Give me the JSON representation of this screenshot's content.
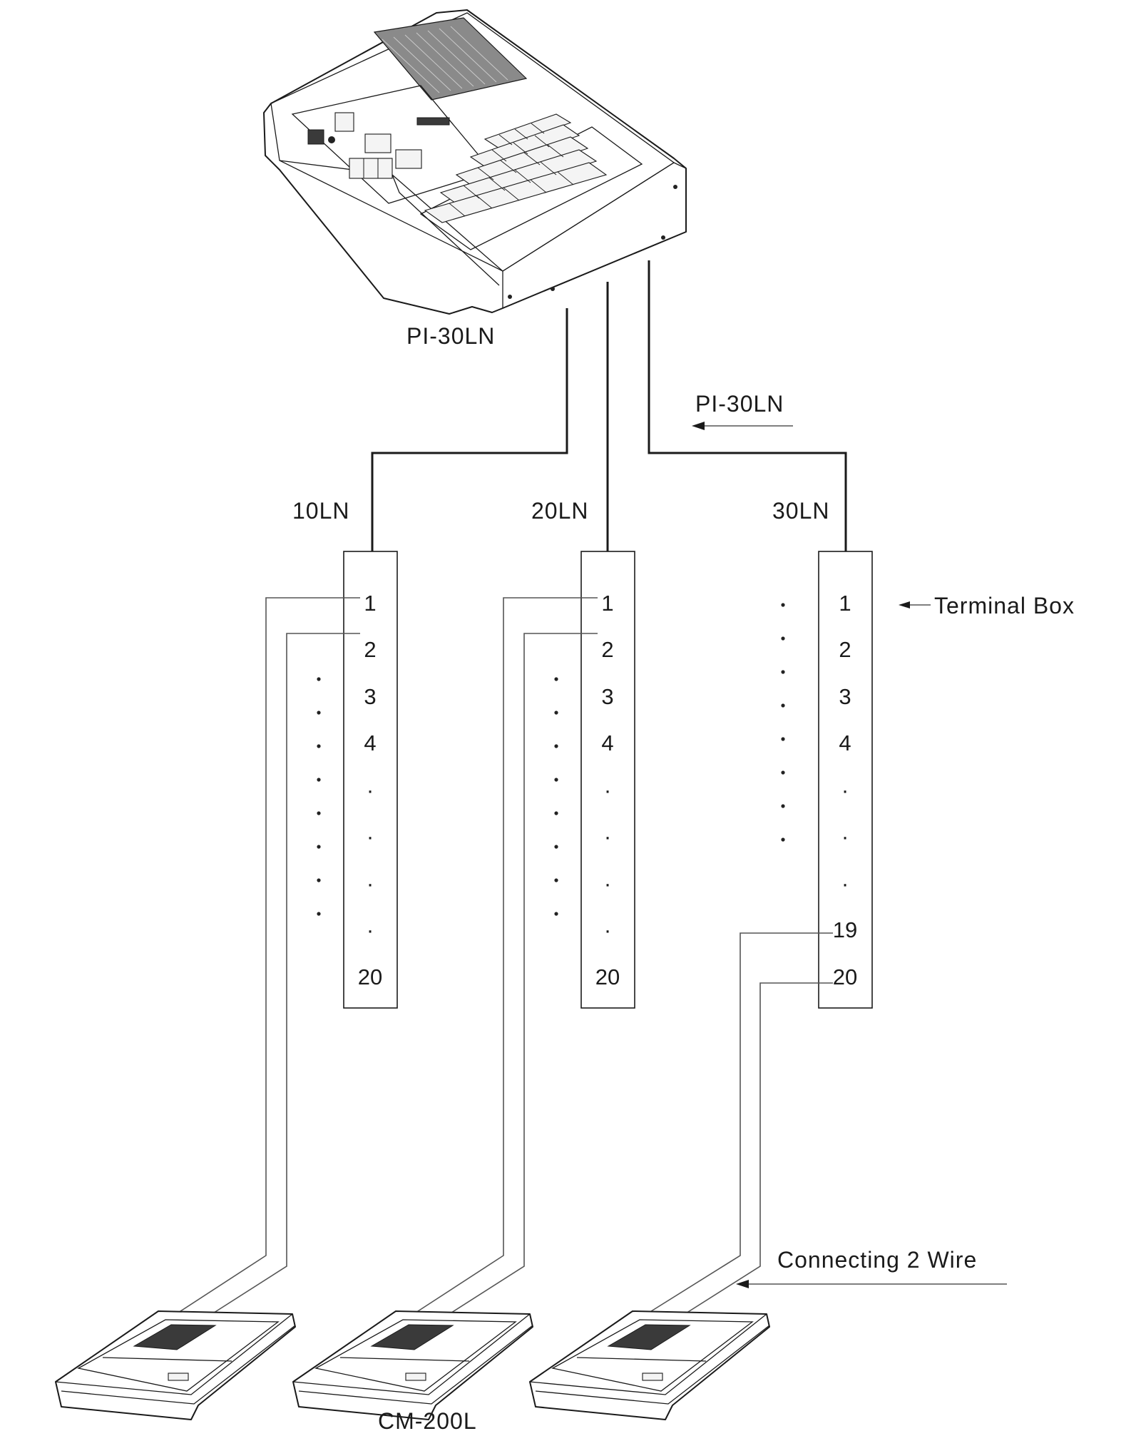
{
  "labels": {
    "master_station_top": "PI-30LN",
    "master_station_arrow": "PI-30LN",
    "line_1": "10LN",
    "line_2": "20LN",
    "line_3": "30LN",
    "terminal_box": "Terminal Box",
    "connecting_wire": "Connecting 2 Wire",
    "substation": "CM-200L"
  },
  "terminal_boxes": [
    {
      "terminals": [
        "1",
        "2",
        "3",
        "4",
        "·",
        "·",
        "·",
        "·",
        "20"
      ]
    },
    {
      "terminals": [
        "1",
        "2",
        "3",
        "4",
        "·",
        "·",
        "·",
        "·",
        "20"
      ]
    },
    {
      "terminals": [
        "1",
        "2",
        "3",
        "4",
        "·",
        "·",
        "·",
        "19",
        "20"
      ]
    }
  ],
  "icons": {
    "master": "intercom-master-station-icon",
    "sub": "intercom-substation-icon"
  }
}
